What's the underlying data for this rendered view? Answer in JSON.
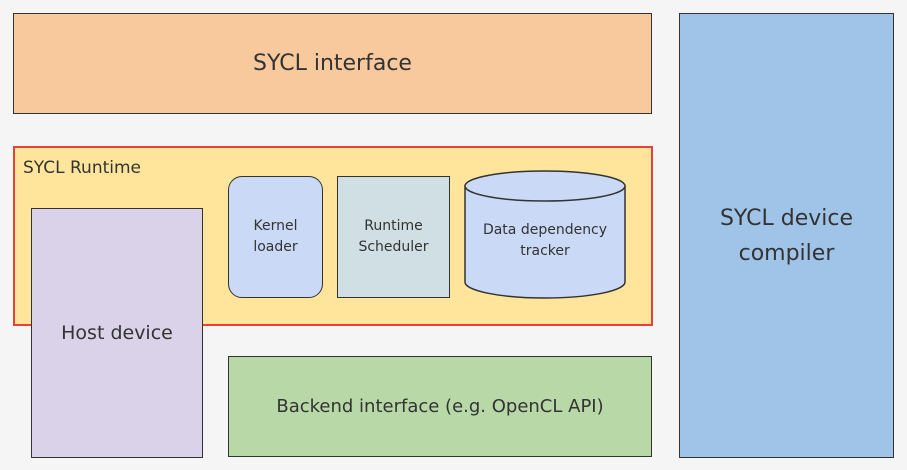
{
  "diagram": {
    "sycl_interface": "SYCL interface",
    "runtime": {
      "label": "SYCL Runtime",
      "kernel_loader": "Kernel\nloader",
      "runtime_scheduler": "Runtime\nScheduler",
      "data_dependency_tracker": "Data dependency\ntracker"
    },
    "host_device": "Host device",
    "backend_interface": "Backend interface (e.g. OpenCL API)",
    "sycl_device_compiler": "SYCL device\ncompiler"
  },
  "colors": {
    "sycl_interface": "#f8c99d",
    "runtime_fill": "#ffe59c",
    "runtime_border": "#e8413a",
    "kernel_loader": "#c9d9f6",
    "runtime_scheduler": "#d0dfe4",
    "tracker": "#c9d9f6",
    "host_device": "#d9d2e8",
    "backend_interface": "#b8d8a8",
    "device_compiler": "#a0c4e7"
  }
}
